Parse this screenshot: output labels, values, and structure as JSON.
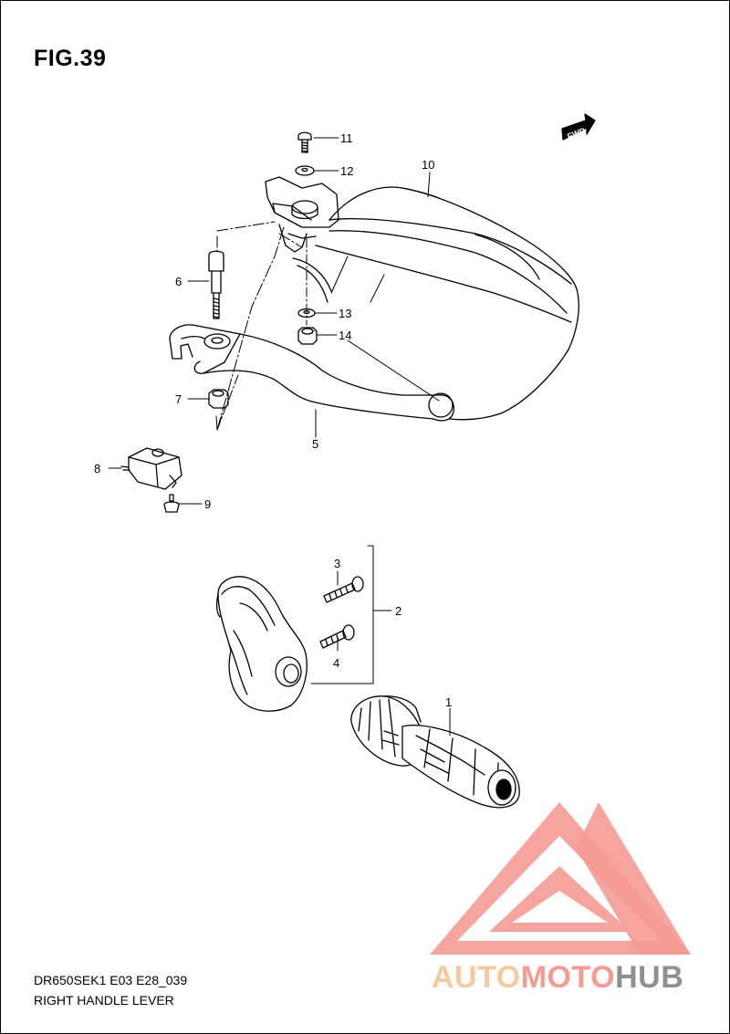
{
  "figure": {
    "title": "FIG.39",
    "model_code": "DR650SEK1 E03 E28_039",
    "assembly_name": "RIGHT HANDLE LEVER",
    "forward_marker": "FWD"
  },
  "callouts": [
    {
      "id": "1",
      "label": "1"
    },
    {
      "id": "2",
      "label": "2"
    },
    {
      "id": "3",
      "label": "3"
    },
    {
      "id": "4",
      "label": "4"
    },
    {
      "id": "5",
      "label": "5"
    },
    {
      "id": "6",
      "label": "6"
    },
    {
      "id": "7",
      "label": "7"
    },
    {
      "id": "8",
      "label": "8"
    },
    {
      "id": "9",
      "label": "9"
    },
    {
      "id": "10",
      "label": "10"
    },
    {
      "id": "11",
      "label": "11"
    },
    {
      "id": "12",
      "label": "12"
    },
    {
      "id": "13",
      "label": "13"
    },
    {
      "id": "14",
      "label": "14"
    }
  ],
  "watermark": {
    "part1": "AUTO",
    "part2": "MOTO",
    "part3": "HUB",
    "colors": {
      "auto": "#f6c99e",
      "moto": "#f59a94",
      "hub": "#909090",
      "logo": "#f59a94"
    }
  }
}
